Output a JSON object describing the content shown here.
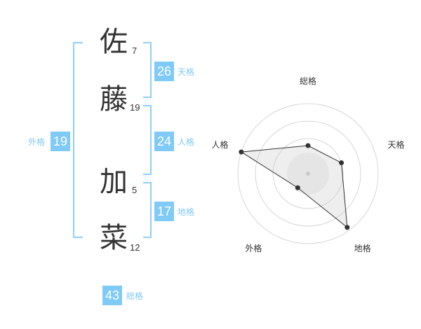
{
  "characters": [
    {
      "char": "佐",
      "strokes": "7"
    },
    {
      "char": "藤",
      "strokes": "19"
    },
    {
      "char": "加",
      "strokes": "5"
    },
    {
      "char": "菜",
      "strokes": "12"
    }
  ],
  "fortunes": {
    "tenkaku": {
      "value": "26",
      "label": "天格"
    },
    "jinkaku": {
      "value": "24",
      "label": "人格"
    },
    "chikaku": {
      "value": "17",
      "label": "地格"
    },
    "gaikaku": {
      "value": "19",
      "label": "外格"
    },
    "soukaku": {
      "value": "43",
      "label": "総格"
    }
  },
  "colors": {
    "accent": "#7fcaf7",
    "bracket": "#8fcff5",
    "text": "#333333"
  },
  "chart_data": {
    "type": "radar",
    "axes": [
      "総格",
      "天格",
      "地格",
      "外格",
      "人格"
    ],
    "values": [
      0.4,
      0.5,
      0.95,
      0.25,
      1.0
    ],
    "range": [
      0,
      1
    ],
    "rings": 4
  }
}
